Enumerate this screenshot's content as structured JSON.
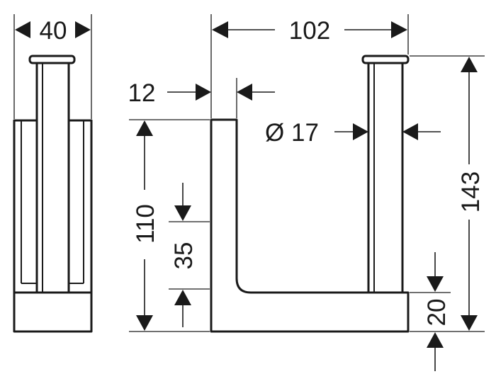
{
  "drawing": {
    "dimensions": {
      "side_width": "40",
      "overall_width": "102",
      "wall_thickness": "12",
      "rod_diameter": "Ø 17",
      "back_height": "110",
      "lower_height": "35",
      "base_height": "20",
      "overall_height": "143"
    }
  }
}
